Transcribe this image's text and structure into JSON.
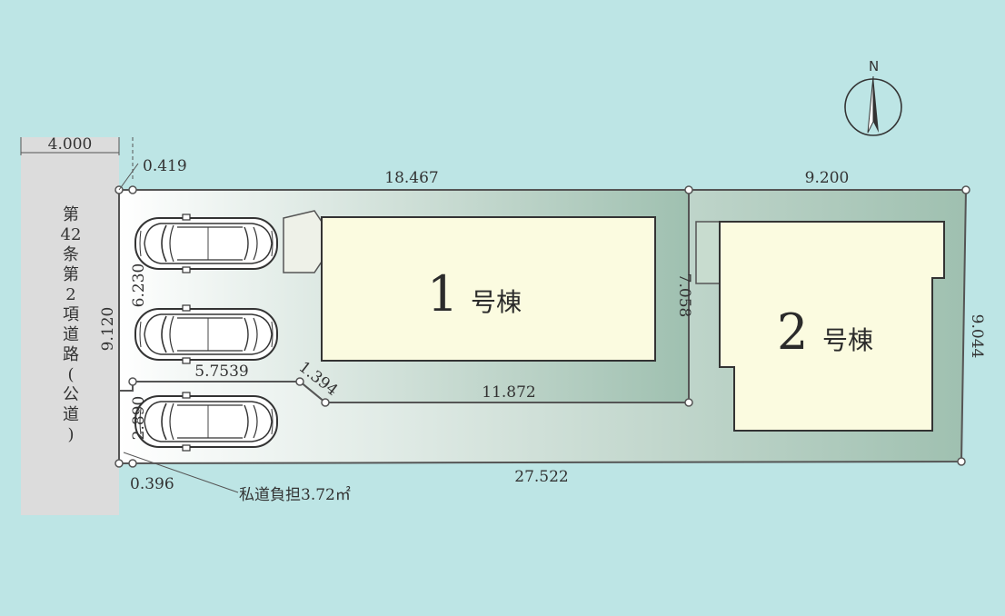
{
  "road": {
    "width_label": "4.000",
    "name_chars": [
      "第",
      "42",
      "条",
      "第",
      "2",
      "項",
      "道",
      "路",
      "(",
      "公",
      "道",
      ")"
    ]
  },
  "compass": {
    "label": "N"
  },
  "lot1": {
    "name_number": "1",
    "name_suffix": "号棟",
    "top": "18.467",
    "right": "7.058",
    "bottom": "11.872",
    "diagonal": "1.394",
    "parking_width": "5.7539",
    "parking_depth": "6.230",
    "small_depth": "2.890"
  },
  "lot2": {
    "name_number": "2",
    "name_suffix": "号棟",
    "top": "9.200",
    "right": "9.044"
  },
  "site": {
    "left": "9.120",
    "bottom": "27.522",
    "offset_top": "0.419",
    "offset_bottom": "0.396"
  },
  "private_road": {
    "label": "私道負担3.72㎡"
  },
  "colors": {
    "background": "#bde5e5",
    "road": "#dcdcdc",
    "house": "#fbfbe0",
    "lot_gradient_start": "#ffffff",
    "lot_gradient_end": "#9fc0b0",
    "outline": "#555555"
  }
}
